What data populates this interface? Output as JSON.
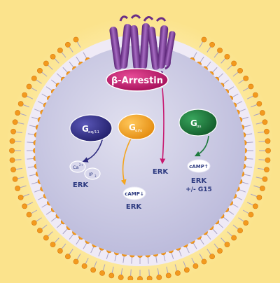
{
  "diagram": {
    "arrestin": {
      "label": "β-Arrestin"
    },
    "proteins": [
      {
        "id": "gq",
        "symbol": "G",
        "subscript": "αq/11",
        "color": "#35318f"
      },
      {
        "id": "gi",
        "symbol": "G",
        "subscript": "αi/o",
        "color": "#f4a51e"
      },
      {
        "id": "gs",
        "symbol": "G",
        "subscript": "αs",
        "color": "#1e7a3d"
      }
    ],
    "outputs": {
      "ca": "Ca",
      "ca_sup": "2+",
      "ip": "IP",
      "ip_sub": "3",
      "erk_gq": "ERK",
      "camp_down": "cAMP↓",
      "erk_gi": "ERK",
      "erk_arrestin": "ERK",
      "camp_up": "cAMP↑",
      "erk_gs": "ERK",
      "erk_gs_note": "+/- G15"
    },
    "colors": {
      "background": "#fbe38c",
      "cell_interior": "#c9c8e2",
      "membrane_head": "#f29a1f",
      "receptor": "#7b3a94",
      "arrestin": "#c8186f",
      "text_blue": "#2d3a80"
    }
  }
}
